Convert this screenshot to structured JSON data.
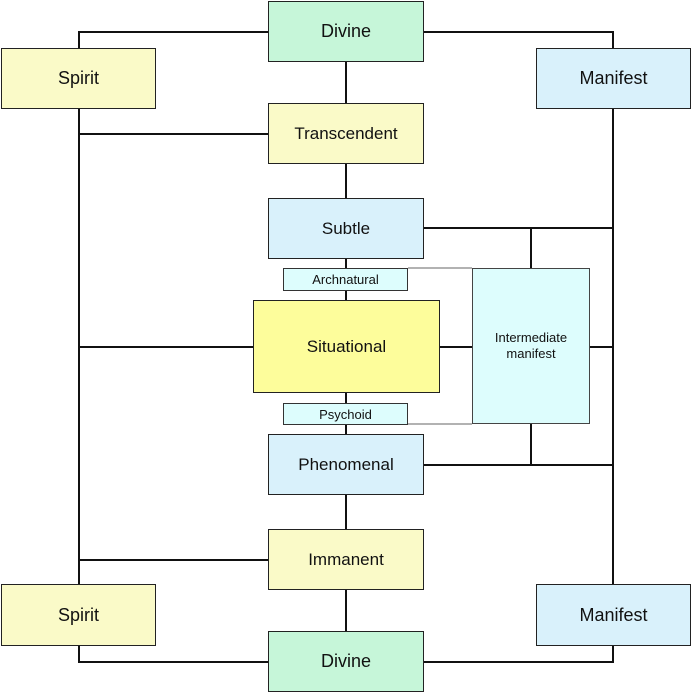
{
  "nodes": {
    "divine_top": "Divine",
    "spirit_top": "Spirit",
    "manifest_top": "Manifest",
    "transcendent": "Transcendent",
    "subtle": "Subtle",
    "archnatural": "Archnatural",
    "situational": "Situational",
    "intermediate": "Intermediate\nmanifest",
    "psychoid": "Psychoid",
    "phenomenal": "Phenomenal",
    "immanent": "Immanent",
    "spirit_bottom": "Spirit",
    "manifest_bottom": "Manifest",
    "divine_bottom": "Divine"
  },
  "colors": {
    "divine": "#c6f6d9",
    "spirit": "#fafac8",
    "manifest": "#d9f1fb",
    "situational": "#fdfd9b",
    "small_label": "#ddfdfd",
    "line": "#111111"
  }
}
